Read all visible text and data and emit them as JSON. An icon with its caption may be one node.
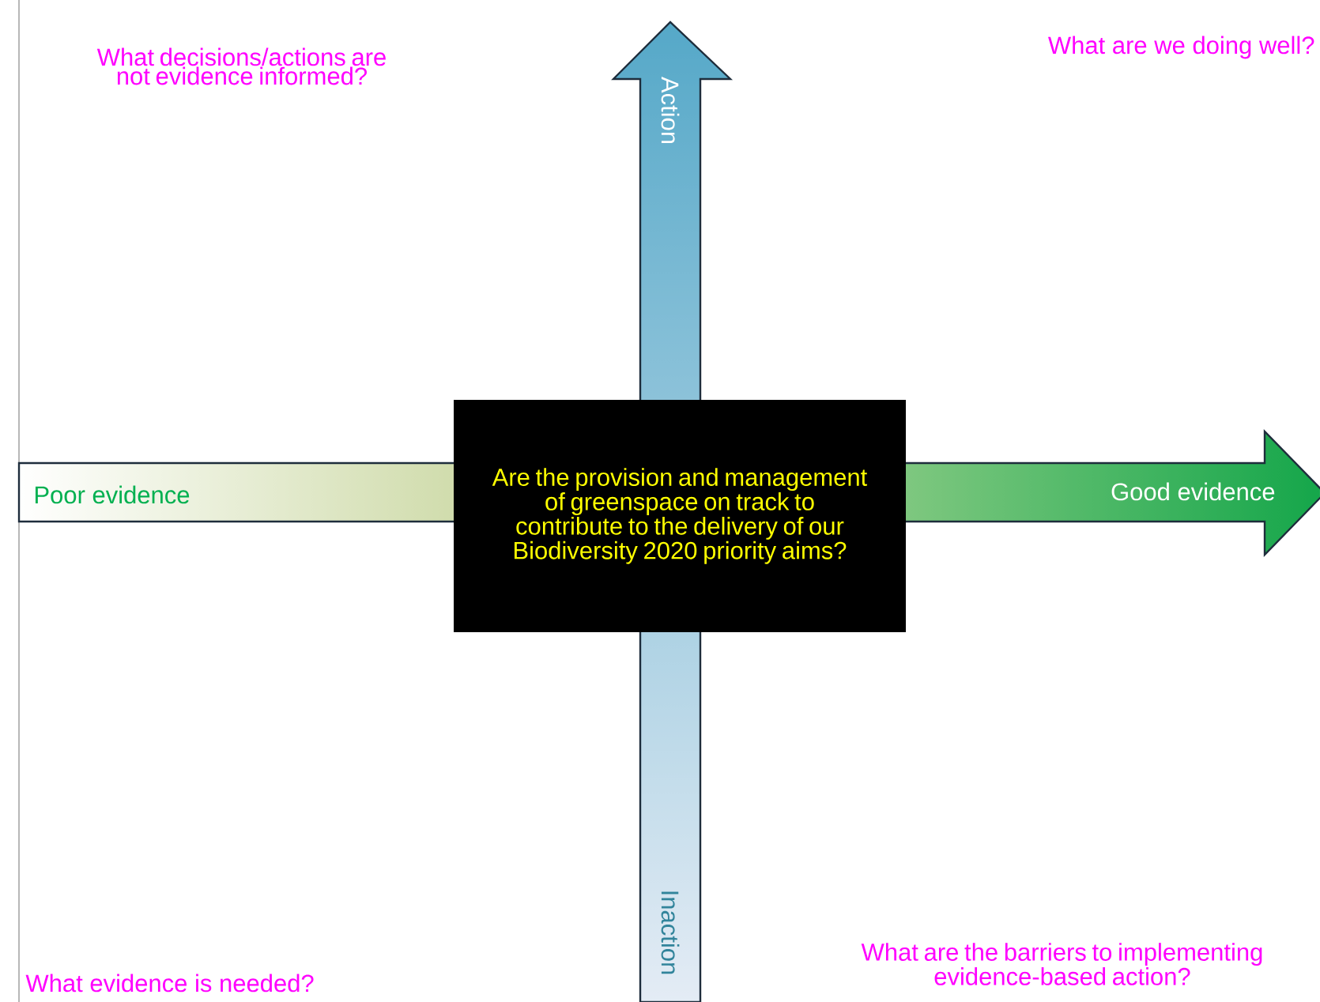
{
  "diagram": {
    "nodes": [
      {
        "text": [
          "Are the provision and management of greenspace on track to contribute to the delivery of our Biodiversity 2020 priority aims?"
        ]
      }
    ],
    "labels": [
      "What decisions/actions are not evidence informed?",
      "Action",
      "What are we doing well?",
      "Poor evidence",
      "Good evidence",
      "Inaction",
      "What are the barriers to implementing evidence-based action?",
      "What evidence is needed?"
    ]
  }
}
